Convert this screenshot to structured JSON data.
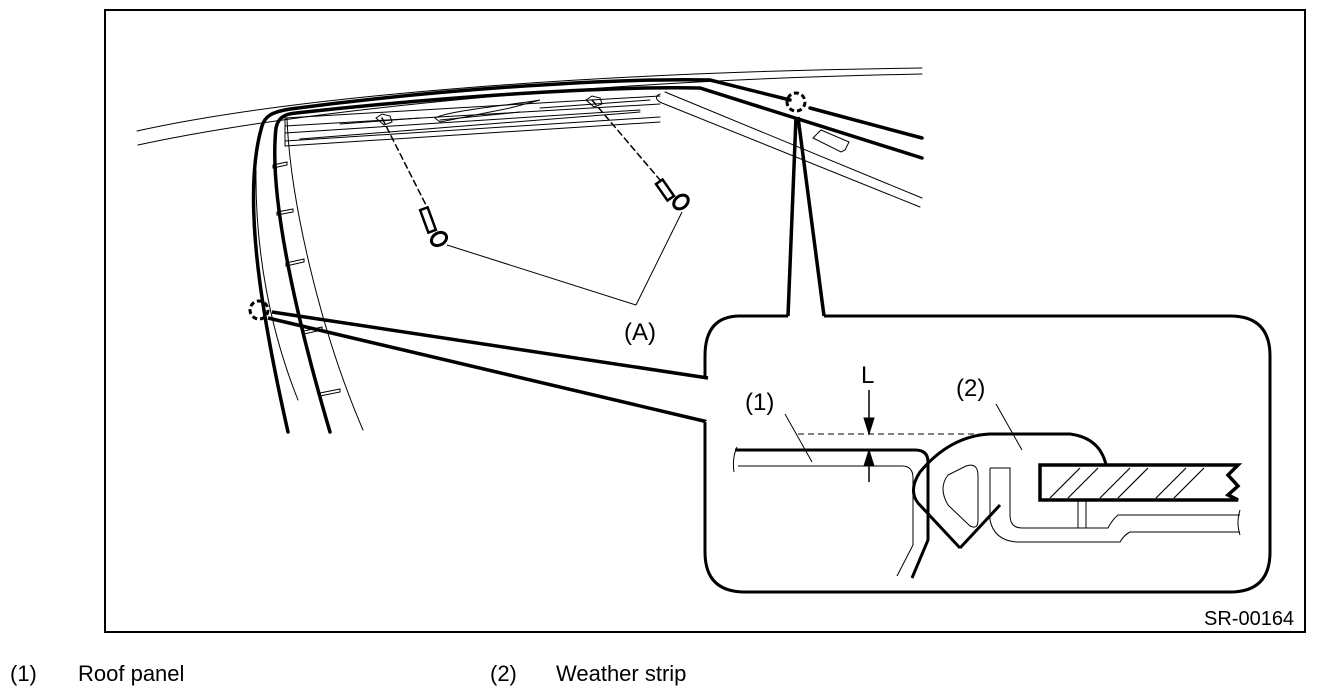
{
  "figure": {
    "id": "SR-00164",
    "callouts": {
      "a": "(A)",
      "one": "(1)",
      "two": "(2)",
      "dimension": "L"
    }
  },
  "legend": [
    {
      "number": "(1)",
      "label": "Roof panel"
    },
    {
      "number": "(2)",
      "label": "Weather strip"
    }
  ]
}
